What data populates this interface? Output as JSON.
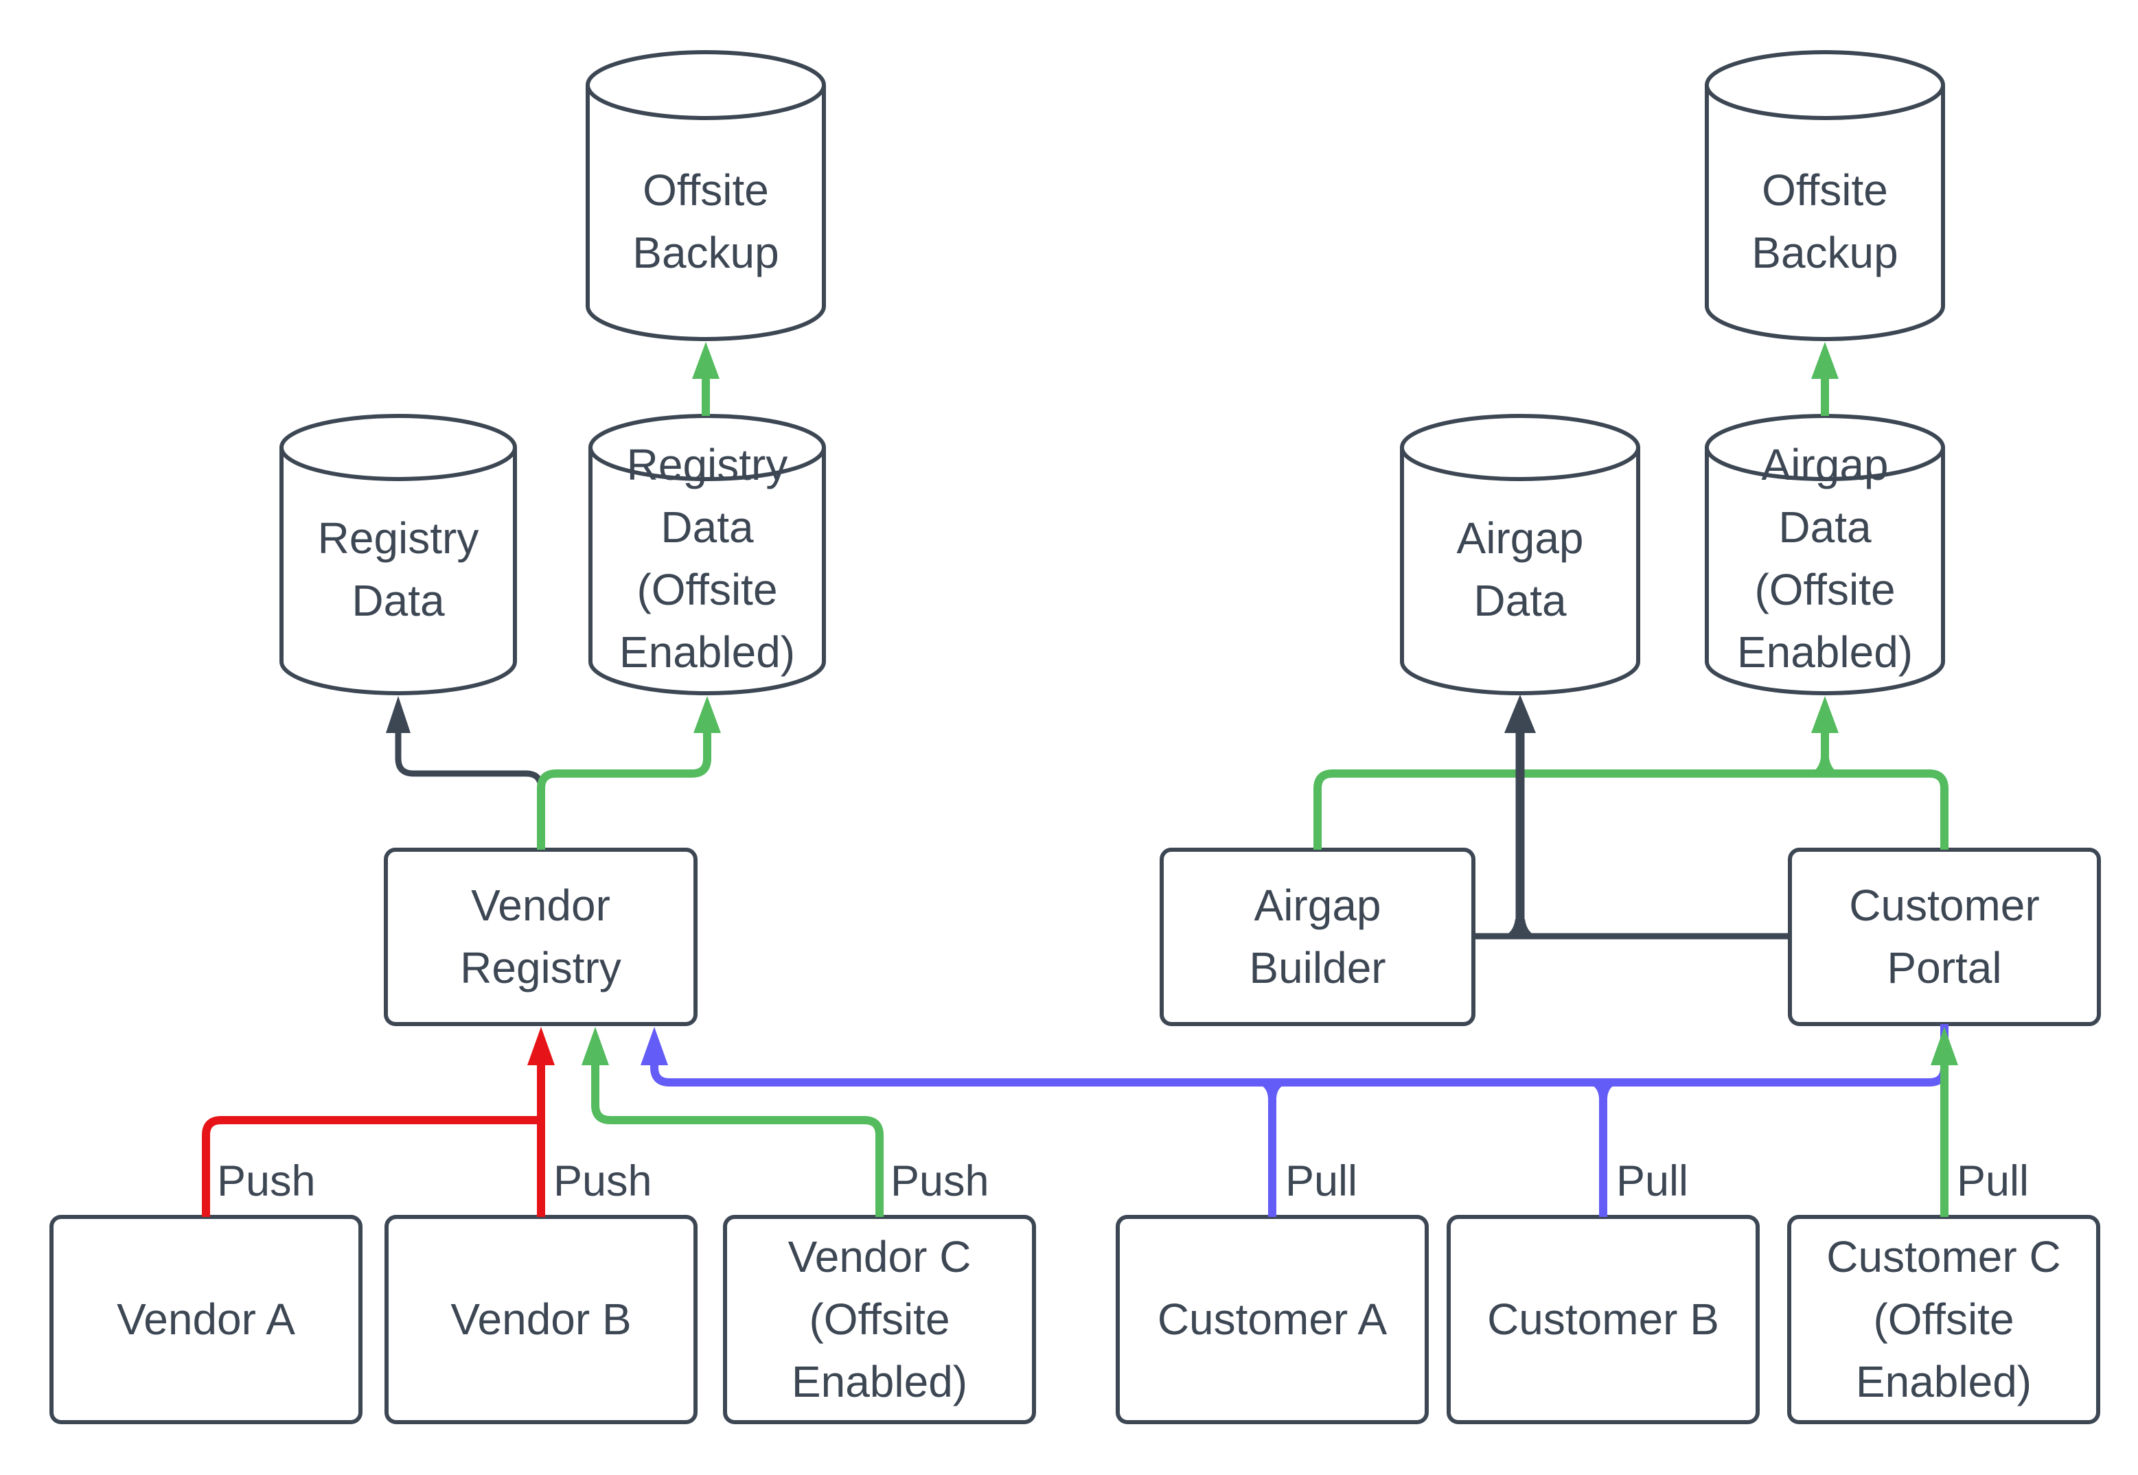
{
  "diagram": {
    "colors": {
      "node_stroke": "#3d4754",
      "text": "#3d4754",
      "push_flow_red": "#e61418",
      "offsite_flow_green": "#54bb5e",
      "pull_flow_blue": "#635cf6",
      "direct_flow_dark": "#3d4754",
      "background": "#ffffff"
    },
    "nodes": {
      "offsite_backup_left": {
        "label": "Offsite\nBackup",
        "shape": "cylinder"
      },
      "registry_data": {
        "label": "Registry\nData",
        "shape": "cylinder"
      },
      "registry_data_offsite": {
        "label": "Registry\nData\n(Offsite\nEnabled)",
        "shape": "cylinder"
      },
      "vendor_registry": {
        "label": "Vendor\nRegistry",
        "shape": "rect"
      },
      "vendor_a": {
        "label": "Vendor A",
        "shape": "rect"
      },
      "vendor_b": {
        "label": "Vendor B",
        "shape": "rect"
      },
      "vendor_c": {
        "label": "Vendor C\n(Offsite\nEnabled)",
        "shape": "rect"
      },
      "offsite_backup_right": {
        "label": "Offsite\nBackup",
        "shape": "cylinder"
      },
      "airgap_data": {
        "label": "Airgap\nData",
        "shape": "cylinder"
      },
      "airgap_data_offsite": {
        "label": "Airgap\nData\n(Offsite\nEnabled)",
        "shape": "cylinder"
      },
      "airgap_builder": {
        "label": "Airgap\nBuilder",
        "shape": "rect"
      },
      "customer_portal": {
        "label": "Customer\nPortal",
        "shape": "rect"
      },
      "customer_a": {
        "label": "Customer A",
        "shape": "rect"
      },
      "customer_b": {
        "label": "Customer B",
        "shape": "rect"
      },
      "customer_c": {
        "label": "Customer C\n(Offsite\nEnabled)",
        "shape": "rect"
      }
    },
    "edge_labels": {
      "push_vendor_a": "Push",
      "push_vendor_b": "Push",
      "push_vendor_c": "Push",
      "pull_customer_a": "Pull",
      "pull_customer_b": "Pull",
      "pull_customer_c": "Pull"
    },
    "edges": [
      {
        "from": "Vendor A",
        "to": "Vendor Registry",
        "label": "Push",
        "color": "#e61418"
      },
      {
        "from": "Vendor B",
        "to": "Vendor Registry",
        "label": "Push",
        "color": "#e61418"
      },
      {
        "from": "Vendor C (Offsite Enabled)",
        "to": "Vendor Registry",
        "label": "Push",
        "color": "#54bb5e"
      },
      {
        "from": "Vendor Registry",
        "to": "Registry Data",
        "label": "",
        "color": "#3d4754"
      },
      {
        "from": "Vendor Registry",
        "to": "Registry Data (Offsite Enabled)",
        "label": "",
        "color": "#54bb5e"
      },
      {
        "from": "Registry Data (Offsite Enabled)",
        "to": "Offsite Backup",
        "label": "",
        "color": "#54bb5e"
      },
      {
        "from": "Customer A",
        "to": "Vendor Registry",
        "label": "Pull",
        "color": "#635cf6"
      },
      {
        "from": "Customer B",
        "to": "Vendor Registry",
        "label": "Pull",
        "color": "#635cf6"
      },
      {
        "from": "Customer Portal",
        "to": "Vendor Registry",
        "label": "",
        "color": "#635cf6"
      },
      {
        "from": "Customer C (Offsite Enabled)",
        "to": "Customer Portal",
        "label": "Pull",
        "color": "#54bb5e"
      },
      {
        "from": "Customer Portal",
        "to": "Airgap Builder",
        "label": "",
        "color": "#54bb5e"
      },
      {
        "from": "Customer Portal",
        "to": "Airgap Data (Offsite Enabled)",
        "label": "",
        "color": "#54bb5e"
      },
      {
        "from": "Airgap Builder / Customer Portal",
        "to": "Airgap Data",
        "label": "",
        "color": "#3d4754"
      },
      {
        "from": "Airgap Data (Offsite Enabled)",
        "to": "Offsite Backup",
        "label": "",
        "color": "#54bb5e"
      }
    ]
  }
}
